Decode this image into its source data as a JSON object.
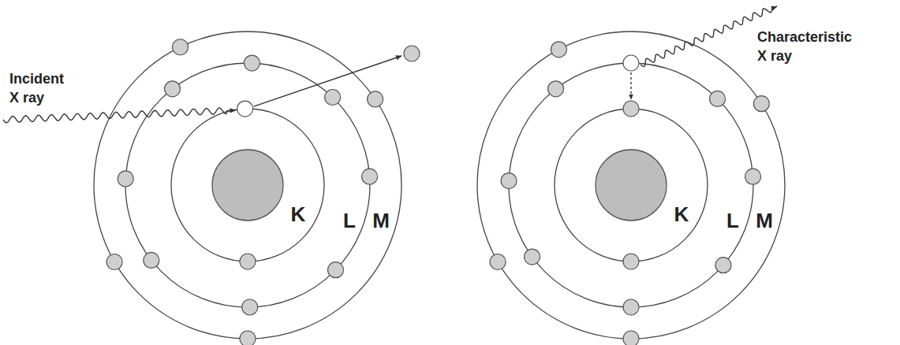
{
  "diagram": {
    "labels": [
      "Incident X ray",
      "K",
      "L",
      "M",
      "Characteristic X ray",
      "K",
      "L",
      "M"
    ]
  }
}
